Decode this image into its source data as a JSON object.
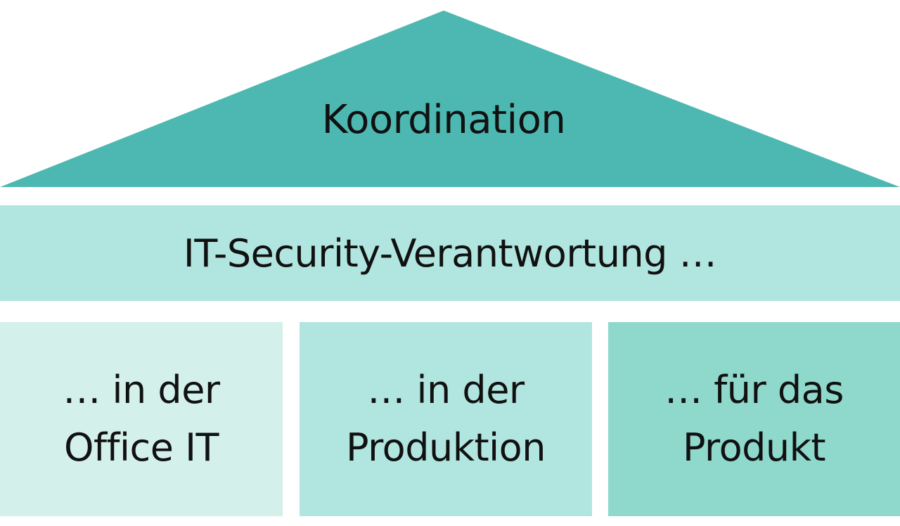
{
  "colors": {
    "roof": "#4db8b1",
    "beam": "#b1e5df",
    "pillar_light": "#d3f0ea",
    "pillar_medium": "#b1e5df",
    "pillar_dark": "#8ed8cc"
  },
  "roof": {
    "label": "Koordination"
  },
  "beam": {
    "label": "IT-Security-Verantwortung …"
  },
  "pillars": [
    {
      "line1": "… in der",
      "line2": "Office IT",
      "color": "#d3f0ea"
    },
    {
      "line1": "… in der",
      "line2": "Produktion",
      "color": "#b1e5df"
    },
    {
      "line1": "… für das",
      "line2": "Produkt",
      "color": "#8ed8cc"
    }
  ]
}
